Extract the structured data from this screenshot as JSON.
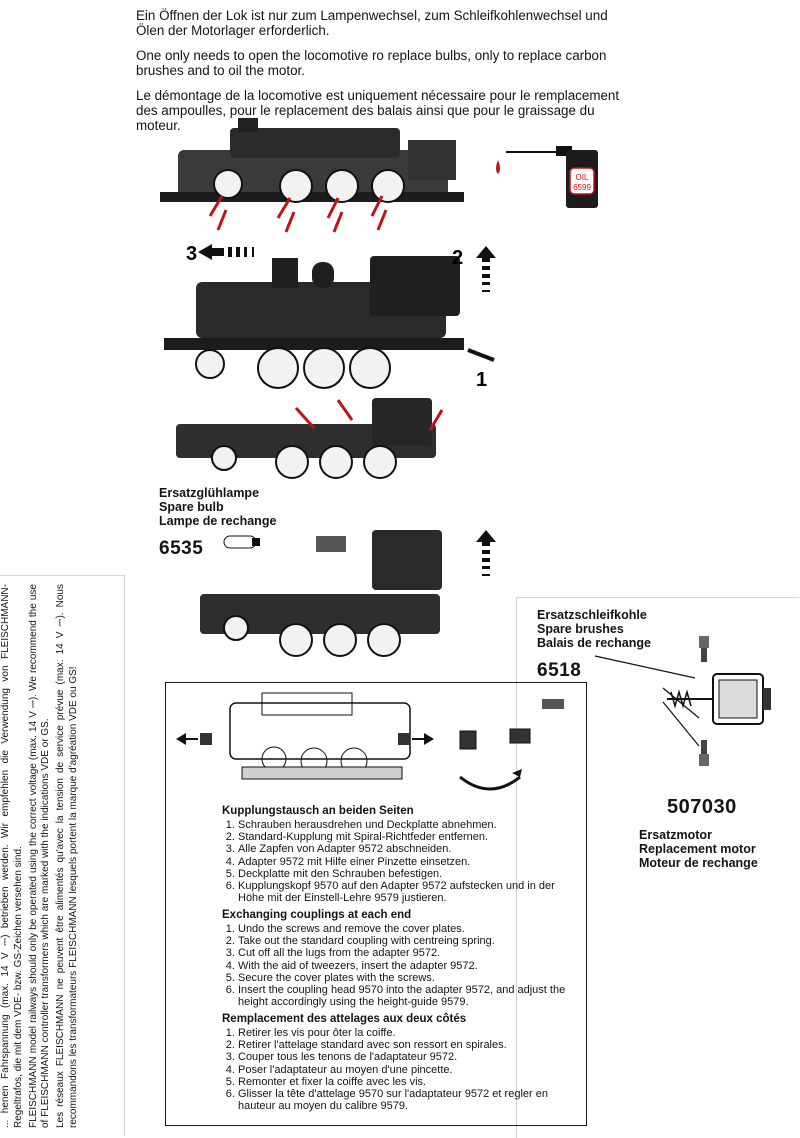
{
  "intro": {
    "de": "Ein Öffnen der Lok ist nur zum Lampenwechsel, zum Schleifkohlenwechsel und Ölen der Motorlager erforderlich.",
    "en": "One only needs to open the locomotive ro replace bulbs, only to replace carbon brushes and to oil the motor.",
    "fr": "Le démontage de la locomotive est uniquement nécessaire pour le remplacement des ampoulles, pour le replacement des balais ainsi que pour le graissage du moteur."
  },
  "oil_bottle": {
    "line1": "OIL",
    "line2": "6599"
  },
  "steps": {
    "step1": "1",
    "step2": "2",
    "step3": "3"
  },
  "bulb": {
    "label_de": "Ersatzglühlampe",
    "label_en": "Spare bulb",
    "label_fr": "Lampe de rechange",
    "number": "6535"
  },
  "brushes": {
    "label_de": "Ersatzschleifkohle",
    "label_en": "Spare brushes",
    "label_fr": "Balais de rechange",
    "number": "6518"
  },
  "motor": {
    "number": "507030",
    "label_de": "Ersatzmotor",
    "label_en": "Replacement motor",
    "label_fr": "Moteur de rechange"
  },
  "left_fold": {
    "para1": "... henen Fahrspannung (max. 14 V ⎓) betrieben werden. Wir empfehlen die Verwendung von FLEISCHMANN-Regeltrafos, die mit dem VDE- bzw. GS-Zeichen versehen sind.",
    "para2": "FLEISCHMANN model railways should only be operated using the correct voltage (max. 14 V ⎓). We recommend the use of FLEISCHMANN controller transformers which are marked with the indications VDE or GS.",
    "para3": "Les réseaux FLEISCHMANN ne peuvent être alimentés qu'avec la tension de service prévue (max. 14 V ⎓). Nous recommandons les transformateurs FLEISCHMANN lesquels portent la marque d'agréation VDE ou GS!"
  },
  "couplings": {
    "de_title": "Kupplungstausch an beiden Seiten",
    "de_steps": [
      "Schrauben herausdrehen und Deckplatte abnehmen.",
      "Standard-Kupplung mit Spiral-Richtfeder entfernen.",
      "Alle Zapfen von Adapter 9572 abschneiden.",
      "Adapter 9572 mit Hilfe einer Pinzette einsetzen.",
      "Deckplatte mit den Schrauben befestigen.",
      "Kupplungskopf 9570 auf den Adapter 9572 aufstecken und in der Höhe mit der Einstell-Lehre 9579 justieren."
    ],
    "en_title": "Exchanging couplings at each end",
    "en_steps": [
      "Undo the screws and remove the cover plates.",
      "Take out the standard coupling with centreing spring.",
      "Cut off all the lugs from the adapter 9572.",
      "With the aid of tweezers, insert the adapter 9572.",
      "Secure the cover plates with the screws.",
      "Insert the coupling head 9570 into the adapter 9572, and adjust the height accordingly using the height-guide 9579."
    ],
    "fr_title": "Remplacement des attelages aux deux côtés",
    "fr_steps": [
      "Retirer les vis pour ôter la coiffe.",
      "Retirer l'attelage standard avec son ressort en spirales.",
      "Couper tous les tenons de l'adaptateur 9572.",
      "Poser l'adaptateur au moyen d'une pincette.",
      "Remonter et fixer la coiffe avec les vis.",
      "Glisser la tête d'attelage 9570 sur l'adaptateur 9572 et regler en hauteur au moyen du calibre 9579."
    ]
  }
}
